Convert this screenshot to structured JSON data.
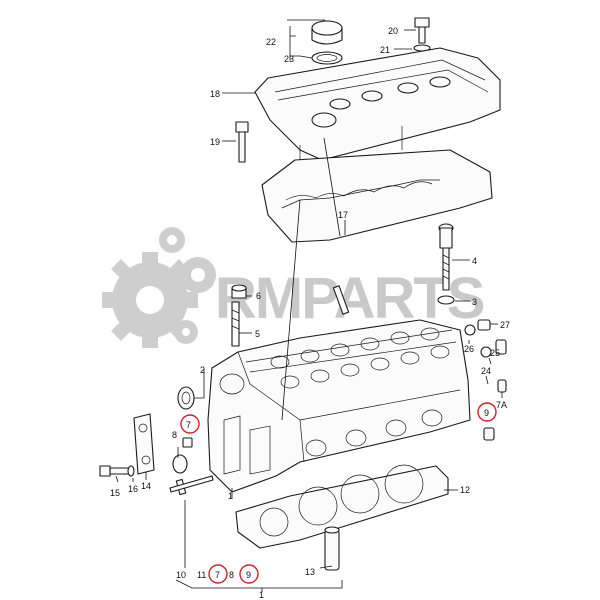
{
  "watermark": {
    "text": "RMPARTS",
    "color": "#c4c4c4"
  },
  "highlight_color": "#d0202a",
  "callouts": {
    "c1": "1",
    "c1b": "1",
    "c2": "2",
    "c3": "3",
    "c4": "4",
    "c5": "5",
    "c6": "6",
    "c7": "7",
    "c7b": "7",
    "c7a": "7A",
    "c8": "8",
    "c8b": "8",
    "c9": "9",
    "c9b": "9",
    "c10": "10",
    "c11": "11",
    "c12": "12",
    "c13": "13",
    "c14": "14",
    "c15": "15",
    "c16": "16",
    "c17": "17",
    "c18": "18",
    "c19": "19",
    "c20": "20",
    "c21": "21",
    "c22": "22",
    "c23": "23",
    "c24": "24",
    "c25": "25",
    "c26": "26",
    "c27": "27"
  }
}
